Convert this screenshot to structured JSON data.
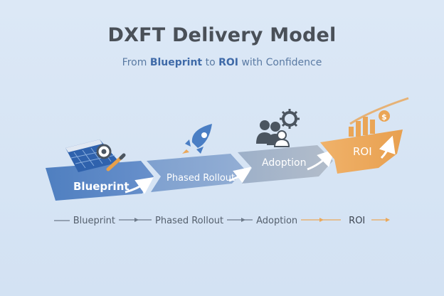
{
  "title": "DXFT Delivery Model",
  "subtitle": {
    "prefix": "From ",
    "highlight1": "Blueprint",
    "middle": " to ",
    "highlight2": "ROI",
    "suffix": " with Confidence"
  },
  "stages": [
    {
      "label": "Blueprint",
      "icon": "blueprint-gear-pencil-icon",
      "color": "#5b87c4"
    },
    {
      "label": "Phased Rollout",
      "icon": "rocket-icon",
      "color": "#7d9fcf"
    },
    {
      "label": "Adoption",
      "icon": "people-gear-icon",
      "color": "#a3b2c7"
    },
    {
      "label": "ROI",
      "icon": "bar-chart-dollar-icon",
      "color": "#eba85a"
    }
  ],
  "flow": {
    "items": [
      "Blueprint",
      "Phased Rollout",
      "Adoption",
      "ROI"
    ]
  },
  "colors": {
    "accent_blue": "#3f6aa8",
    "accent_orange": "#eba85a",
    "text_dark": "#4a5058"
  }
}
